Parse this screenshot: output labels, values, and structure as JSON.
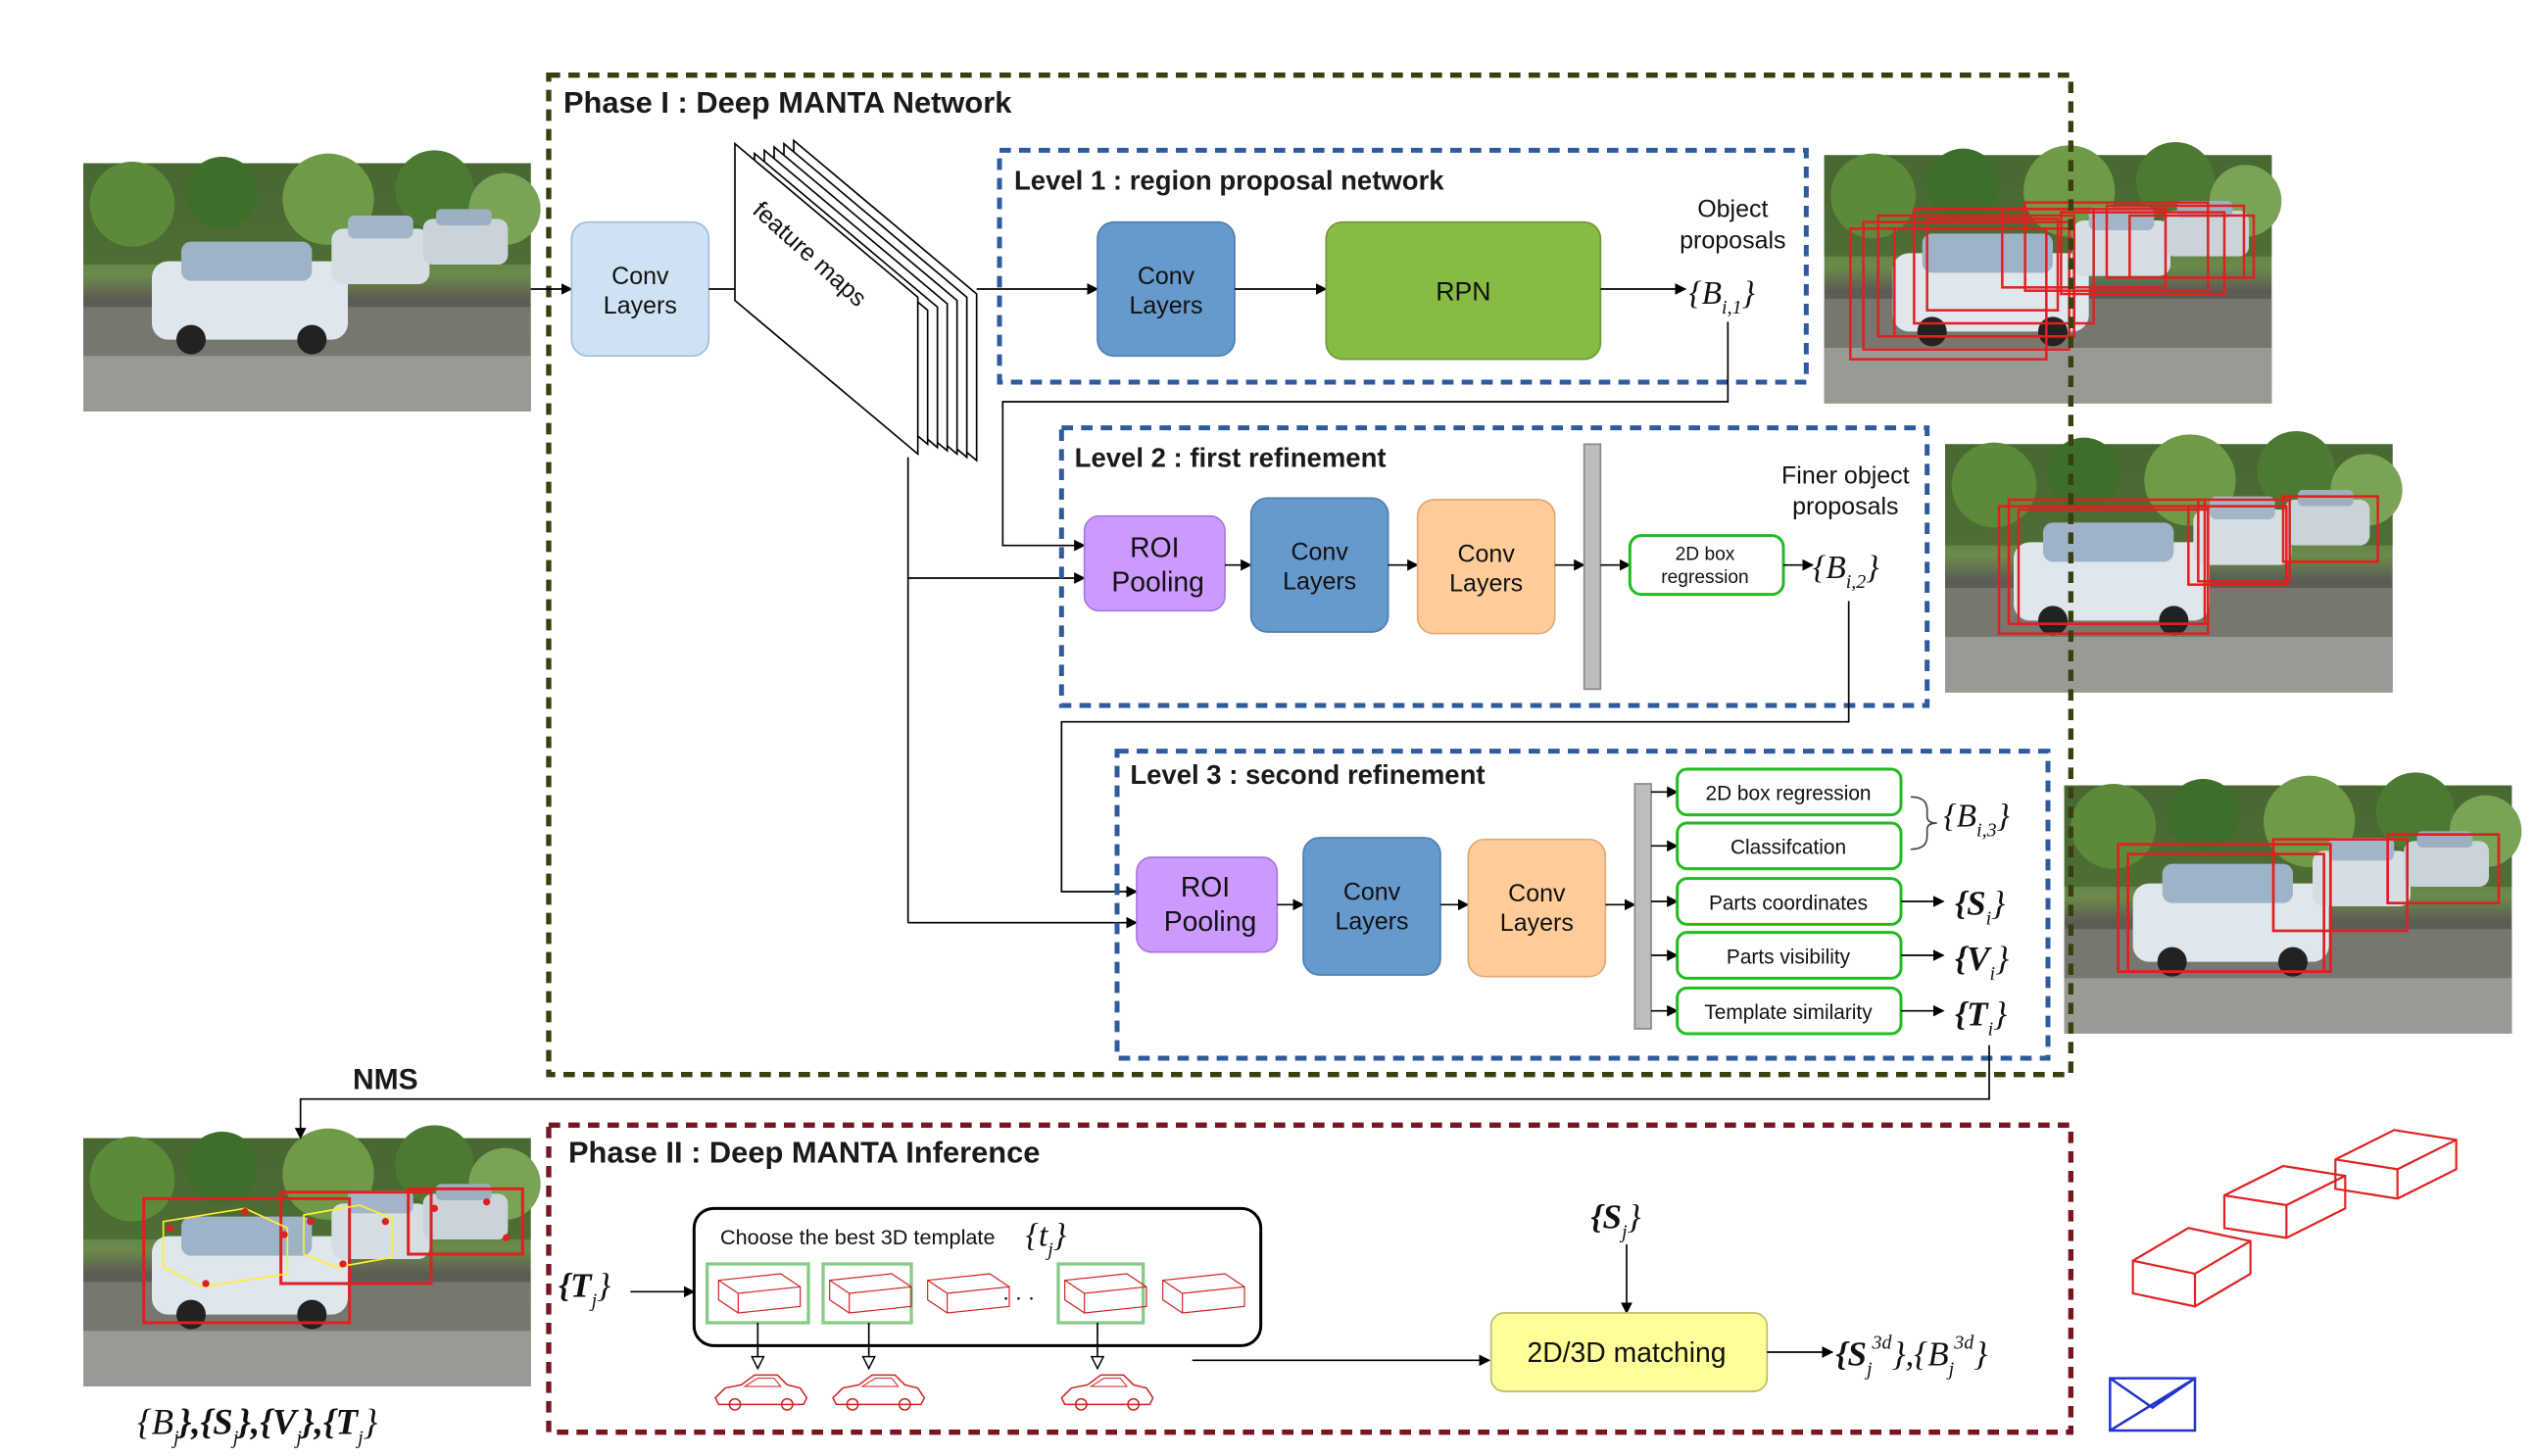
{
  "phase1": {
    "title": "Phase I : Deep MANTA Network",
    "conv1": [
      "Conv",
      "Layers"
    ],
    "feature_maps": "feature maps"
  },
  "level1": {
    "title": "Level 1 : region proposal network",
    "conv": [
      "Conv",
      "Layers"
    ],
    "rpn": "RPN",
    "proposals_label": [
      "Object",
      "proposals"
    ],
    "set": "{B",
    "sub": "i,1",
    "close": "}"
  },
  "level2": {
    "title": "Level 2 : first refinement",
    "roi": [
      "ROI",
      "Pooling"
    ],
    "conv_a": [
      "Conv",
      "Layers"
    ],
    "conv_b": [
      "Conv",
      "Layers"
    ],
    "box_reg": [
      "2D box",
      "regression"
    ],
    "proposals_label": [
      "Finer object",
      "proposals"
    ],
    "set": "{B",
    "sub": "i,2",
    "close": "}"
  },
  "level3": {
    "title": "Level 3 : second refinement",
    "roi": [
      "ROI",
      "Pooling"
    ],
    "conv_a": [
      "Conv",
      "Layers"
    ],
    "conv_b": [
      "Conv",
      "Layers"
    ],
    "outputs": [
      "2D box regression",
      "Classifcation",
      "Parts coordinates",
      "Parts visibility",
      "Template similarity"
    ],
    "b_set": "{B",
    "b_sub": "i,3",
    "b_close": "}",
    "s_label": "{S",
    "v_label": "{V",
    "t_label": "{T",
    "sub_i": "i",
    "close": "}"
  },
  "nms": "NMS",
  "phase2": {
    "title": "Phase II : Deep MANTA Inference",
    "t_input": "{T",
    "sub_j": "j",
    "close": "}",
    "template_box_label": "Choose the best 3D template",
    "template_set": "{t",
    "dots": ". . .",
    "s_input": "{S",
    "matching": "2D/3D matching",
    "out_s": "{S",
    "out_sup": "3d",
    "out_sep": "},{B",
    "out_sup2": "3d"
  },
  "bottom_left": {
    "b": "{B",
    "s": "},{S",
    "v": "},{V",
    "t": "},{T",
    "sub": "j",
    "close": "}"
  },
  "colors": {
    "phase1_border": "#3a3f10",
    "phase2_border": "#7a1420",
    "level_border": "#2e5a9e",
    "conv_light": "#cfe2f3",
    "conv_blue": "#6699cc",
    "rpn_green": "#88bb44",
    "roi_purple": "#cc99ff",
    "conv_orange": "#ffcc99",
    "output_green": "#22bb22",
    "matching_yellow": "#ffff99",
    "car_red": "#e02020"
  }
}
